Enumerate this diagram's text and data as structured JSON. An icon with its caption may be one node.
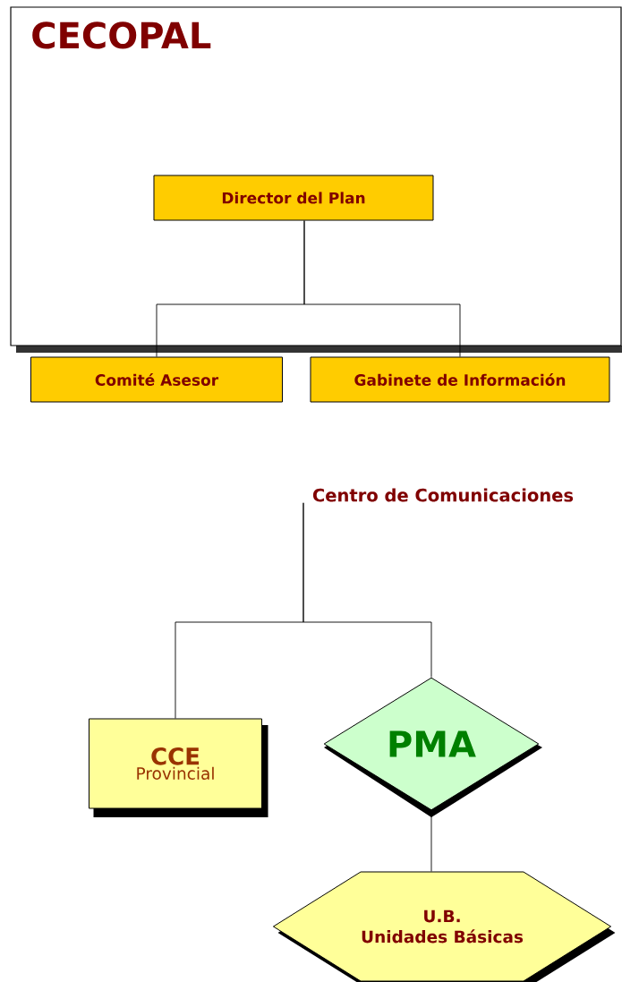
{
  "diagram": {
    "nodes": [
      {
        "text": [
          "CECOPAL"
        ]
      },
      {
        "text": [
          "Director del Plan"
        ],
        "in": 0
      },
      {
        "text": [
          "Comité Asesor"
        ]
      },
      {
        "text": [
          "Gabinete de Información"
        ]
      },
      {
        "text": [
          "Centro de Comunicaciones"
        ]
      },
      {
        "text": [
          "CCE",
          "Provincial"
        ]
      },
      {
        "text": [
          "PMA"
        ]
      },
      {
        "text": [
          "U.B.",
          "Unidades Básicas"
        ]
      }
    ],
    "edges": [
      {
        "from": 1,
        "to": 2,
        "arrow": "none"
      },
      {
        "from": 1,
        "to": 3,
        "arrow": "none"
      },
      {
        "from": 4,
        "to": 5,
        "arrow": "none"
      },
      {
        "from": 4,
        "to": 6,
        "arrow": "none"
      },
      {
        "from": 6,
        "to": 7,
        "arrow": "none"
      }
    ]
  }
}
